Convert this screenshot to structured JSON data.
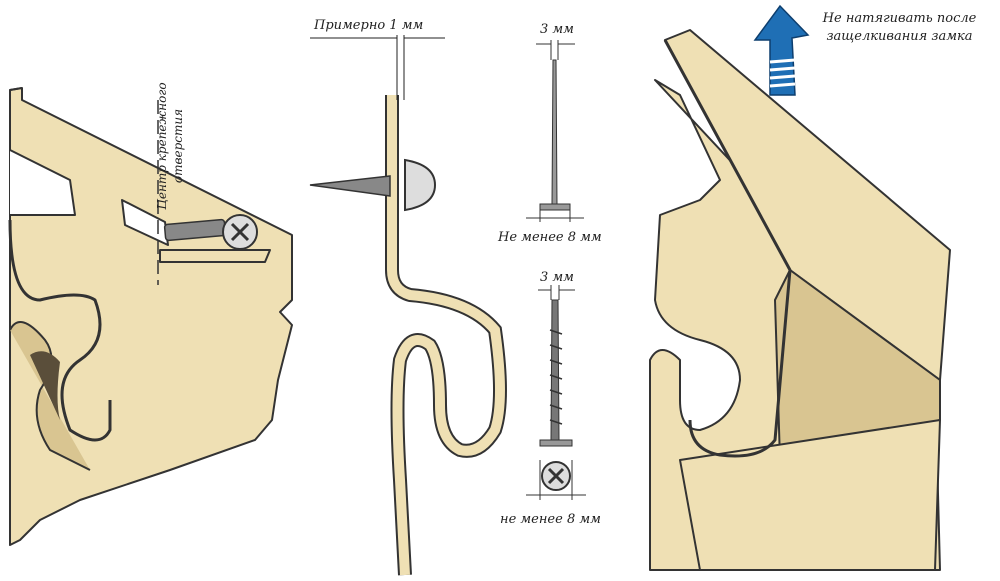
{
  "labels": {
    "hole_center": "Центр крепежного отверстия",
    "approx_gap": "Примерно 1 мм",
    "nail_shank": "3 мм",
    "nail_head": "Не менее 8 мм",
    "screw_shank": "3 мм",
    "screw_head": "не менее 8 мм",
    "do_not_pull": "Не натягивать после защелкивания замка"
  },
  "colors": {
    "panel": "#efe0b4",
    "panel_shade": "#d9c591",
    "outline": "#333333",
    "arrow": "#1f6fb5"
  }
}
